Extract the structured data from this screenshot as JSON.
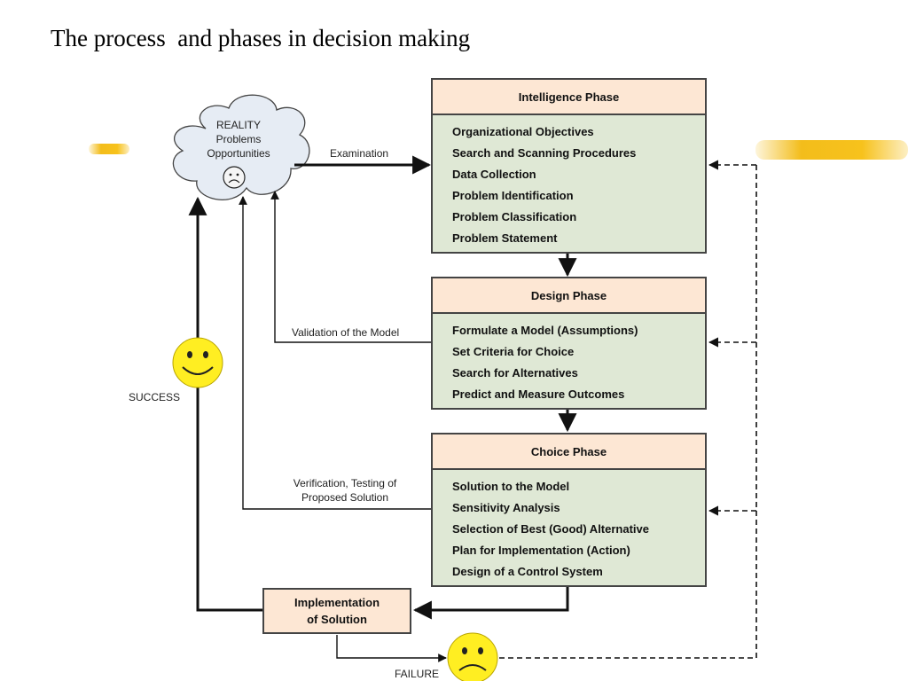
{
  "title": "The process  and phases in decision making",
  "reality": {
    "lines": [
      "REALITY",
      "Problems",
      "Opportunities"
    ]
  },
  "phases": [
    {
      "header": "Intelligence Phase",
      "items": [
        "Organizational Objectives",
        "Search and Scanning Procedures",
        "Data Collection",
        "Problem Identification",
        "Problem Classification",
        "Problem Statement"
      ]
    },
    {
      "header": "Design Phase",
      "items": [
        "Formulate a Model (Assumptions)",
        "Set Criteria for Choice",
        "Search for Alternatives",
        "Predict and Measure Outcomes"
      ]
    },
    {
      "header": "Choice Phase",
      "items": [
        "Solution to the Model",
        "Sensitivity Analysis",
        "Selection of Best (Good) Alternative",
        "Plan for Implementation (Action)",
        "Design of a Control System"
      ]
    }
  ],
  "implementation": {
    "lines": [
      "Implementation",
      "of Solution"
    ]
  },
  "labels": {
    "examination": "Examination",
    "validation": "Validation of the Model",
    "verification": [
      "Verification, Testing of",
      "Proposed Solution"
    ],
    "success": "SUCCESS",
    "failure": "FAILURE"
  },
  "colors": {
    "phase_header": "#fde7d4",
    "phase_body": "#dfe8d5",
    "cloud": "#e6ecf4",
    "smiley": "#ffee22",
    "highlight_stroke": "#f3bd1b"
  }
}
